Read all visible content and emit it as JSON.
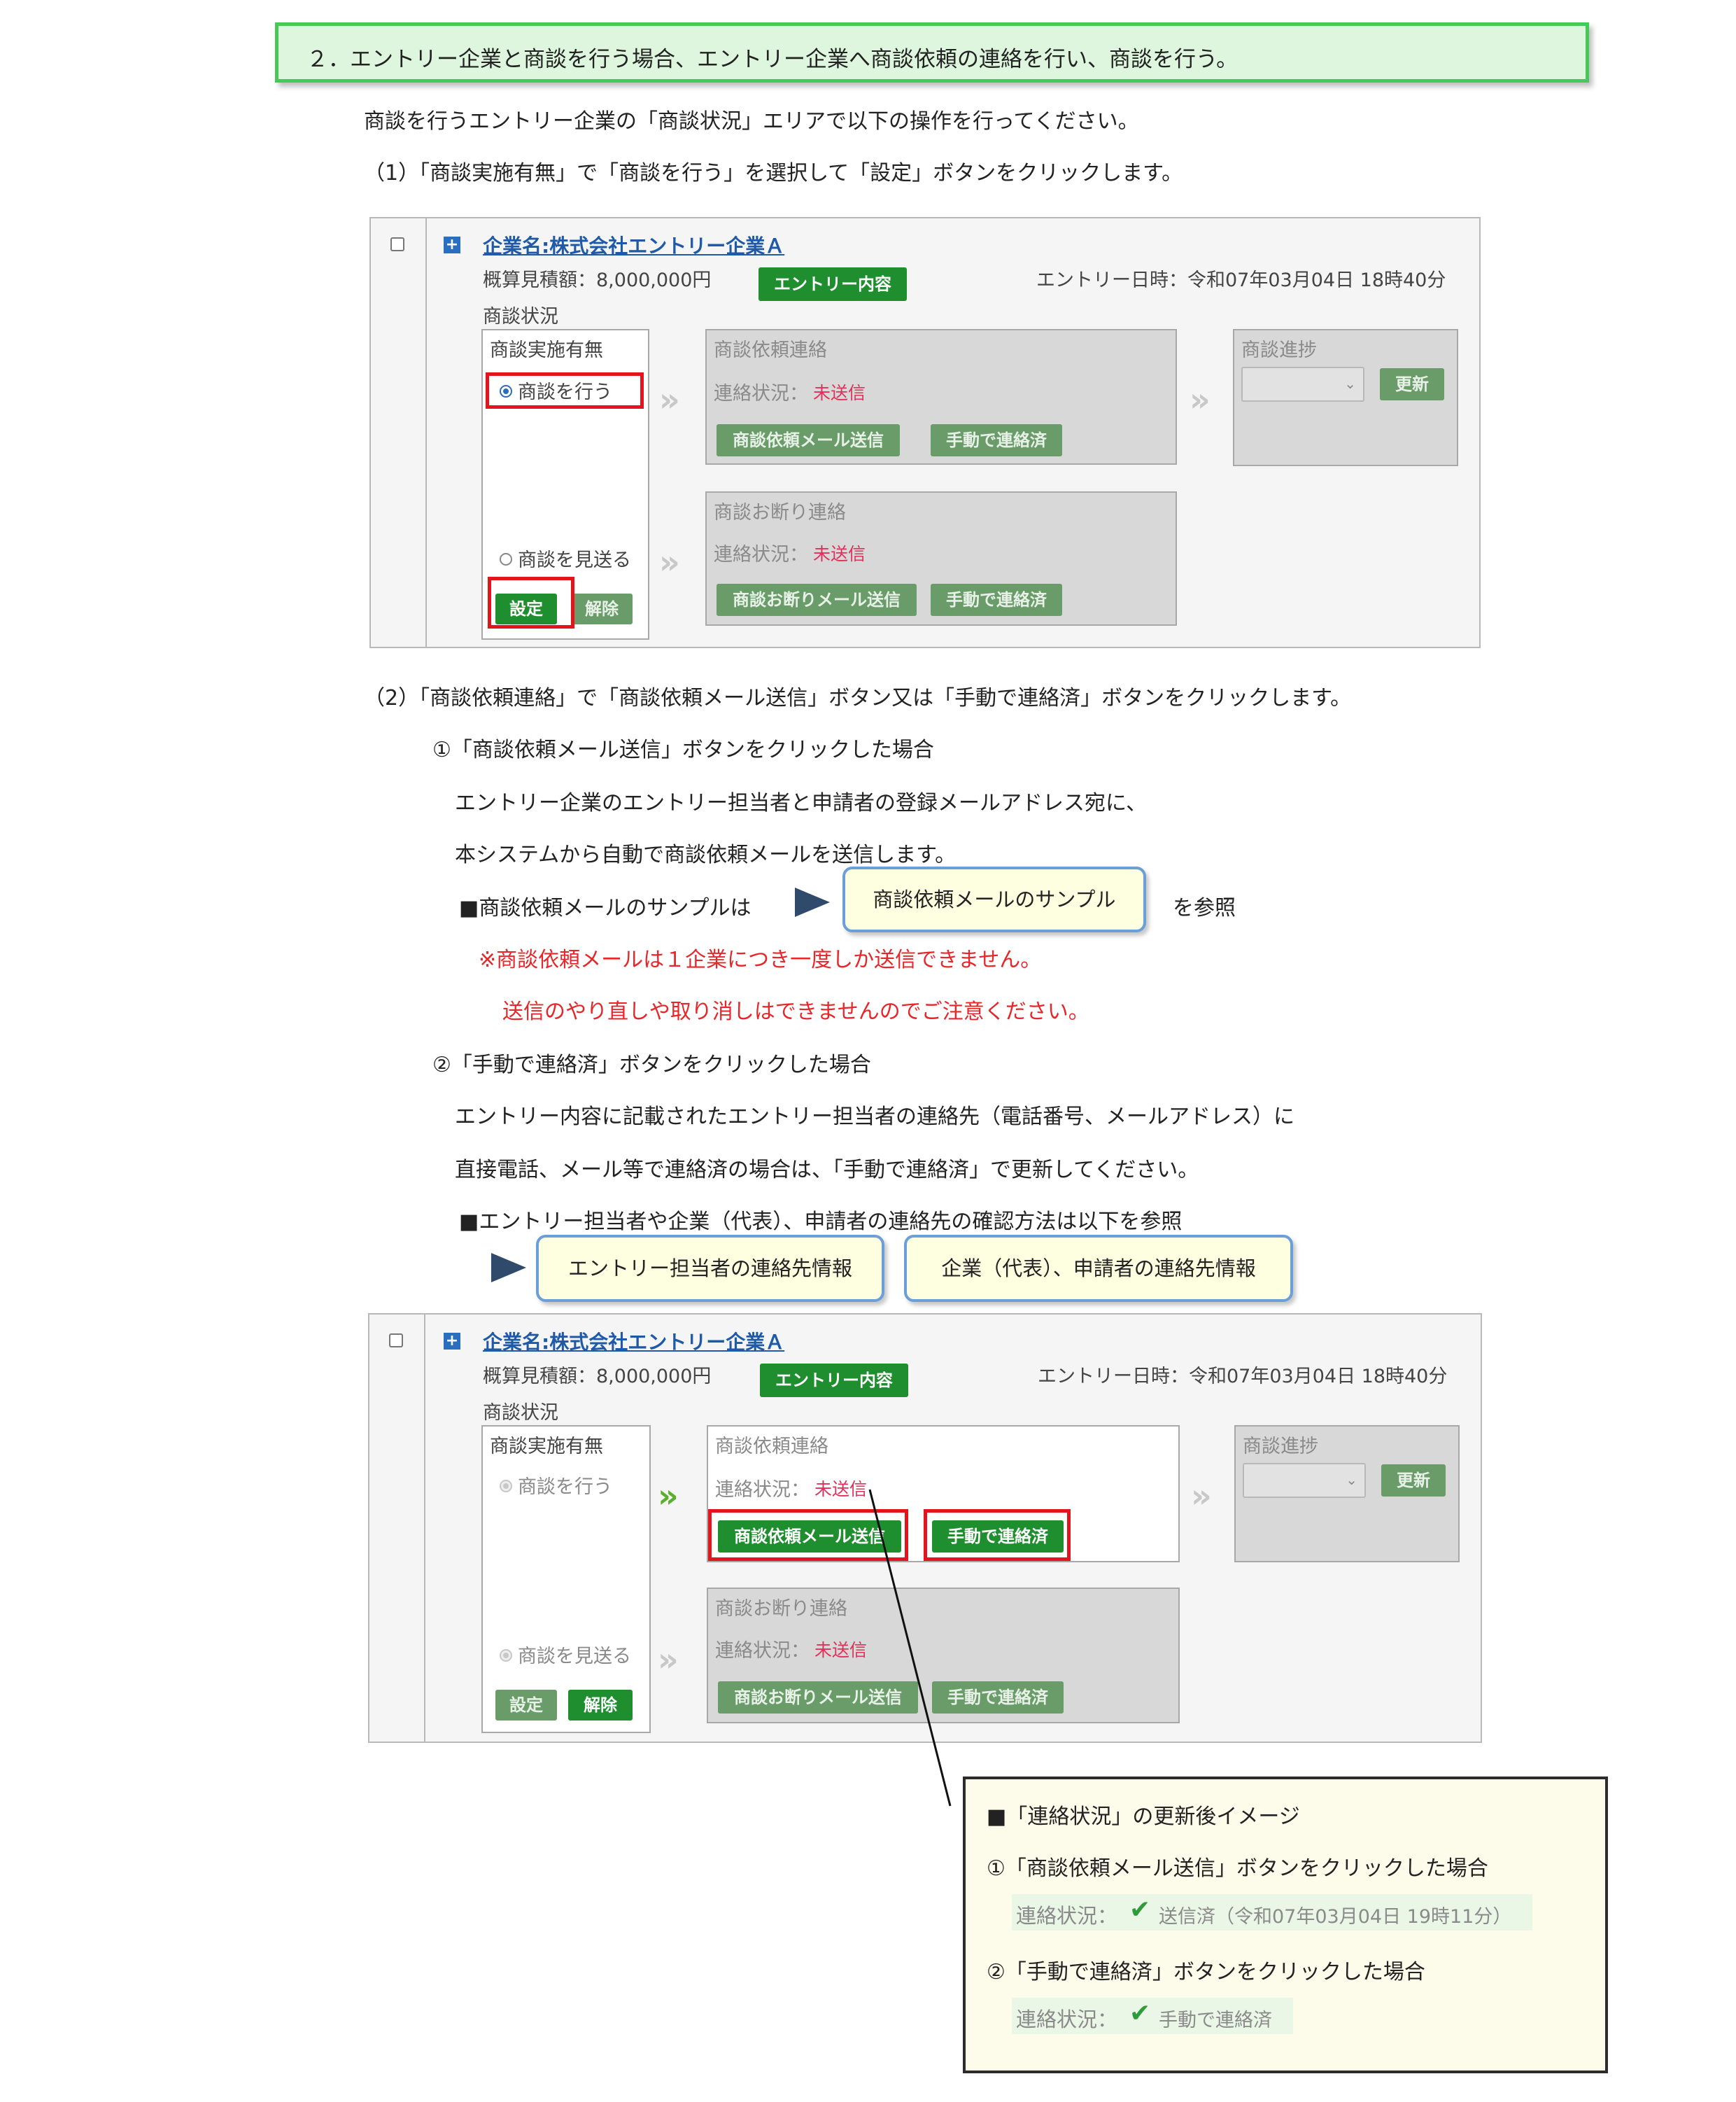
{
  "heading": "２．エントリー企業と商談を行う場合、エントリー企業へ商談依頼の連絡を行い、商談を行う。",
  "intro": "商談を行うエントリー企業の「商談状況」エリアで以下の操作を行ってください。",
  "step1": "（1）「商談実施有無」で「商談を行う」を選択して「設定」ボタンをクリックします。",
  "step2": "（2）「商談依頼連絡」で「商談依頼メール送信」ボタン又は「手動で連絡済」ボタンをクリックします。",
  "case1": {
    "title": "①「商談依頼メール送信」ボタンをクリックした場合",
    "line1": "エントリー企業のエントリー担当者と申請者の登録メールアドレス宛に、",
    "line2": "本システムから自動で商談依頼メールを送信します。",
    "sample_prefix": "■商談依頼メールのサンプルは",
    "sample_button": "商談依頼メールのサンプル",
    "sample_suffix": "を参照",
    "warn1": "※商談依頼メールは１企業につき一度しか送信できません。",
    "warn2": "送信のやり直しや取り消しはできませんのでご注意ください。"
  },
  "case2": {
    "title": "②「手動で連絡済」ボタンをクリックした場合",
    "line1": "エントリー内容に記載されたエントリー担当者の連絡先（電話番号、メールアドレス）に",
    "line2": "直接電話、メール等で連絡済の場合は、「手動で連絡済」で更新してください。",
    "line3": "■エントリー担当者や企業（代表）、申請者の連絡先の確認方法は以下を参照",
    "button_a": "エントリー担当者の連絡先情報",
    "button_b": "企業（代表）、申請者の連絡先情報"
  },
  "panel": {
    "company": "企業名:株式会社エントリー企業Ａ",
    "estimate": "概算見積額：8,000,000円",
    "entry_button": "エントリー内容",
    "entry_date": "エントリー日時：令和07年03月04日 18時40分",
    "status_title": "商談状況",
    "implement_title": "商談実施有無",
    "opt_do": "商談を行う",
    "opt_skip": "商談を見送る",
    "set_button": "設定",
    "cancel_button": "解除",
    "request_title": "商談依頼連絡",
    "contact_label": "連絡状況：",
    "contact_value": "未送信",
    "mail_button": "商談依頼メール送信",
    "manual_button": "手動で連絡済",
    "decline_title": "商談お断り連絡",
    "decline_mail_button": "商談お断りメール送信",
    "progress_title": "商談進捗",
    "update_button": "更新",
    "chevrons": "»"
  },
  "note": {
    "title": "■「連絡状況」の更新後イメージ",
    "case1": "①「商談依頼メール送信」ボタンをクリックした場合",
    "status_label": "連絡状況：",
    "sent_value": "送信済（令和07年03月04日 19時11分）",
    "case2": "②「手動で連絡済」ボタンをクリックした場合",
    "manual_value": "手動で連絡済"
  }
}
